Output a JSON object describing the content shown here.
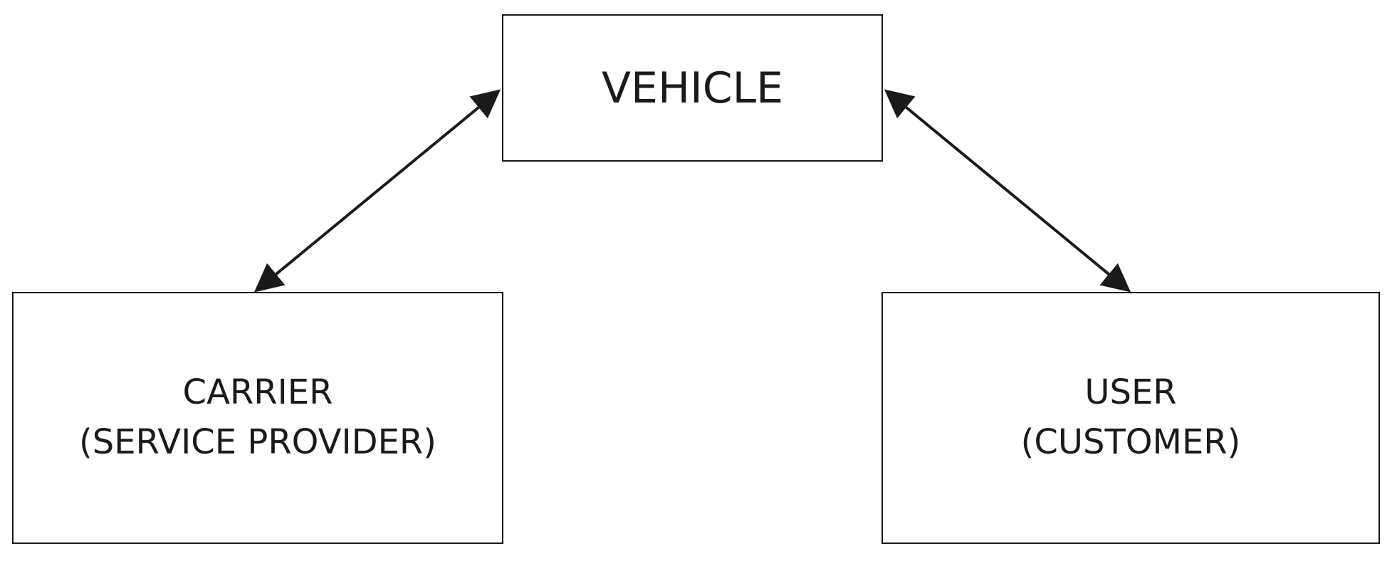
{
  "nodes": {
    "vehicle": {
      "label": "VEHICLE"
    },
    "carrier": {
      "line1": "CARRIER",
      "line2": "(SERVICE PROVIDER)"
    },
    "user": {
      "line1": "USER",
      "line2": "(CUSTOMER)"
    }
  },
  "edges": [
    {
      "from": "vehicle",
      "to": "carrier",
      "direction": "bidirectional"
    },
    {
      "from": "vehicle",
      "to": "user",
      "direction": "bidirectional"
    }
  ],
  "colors": {
    "stroke": "#1a1a1a",
    "background": "#ffffff"
  }
}
